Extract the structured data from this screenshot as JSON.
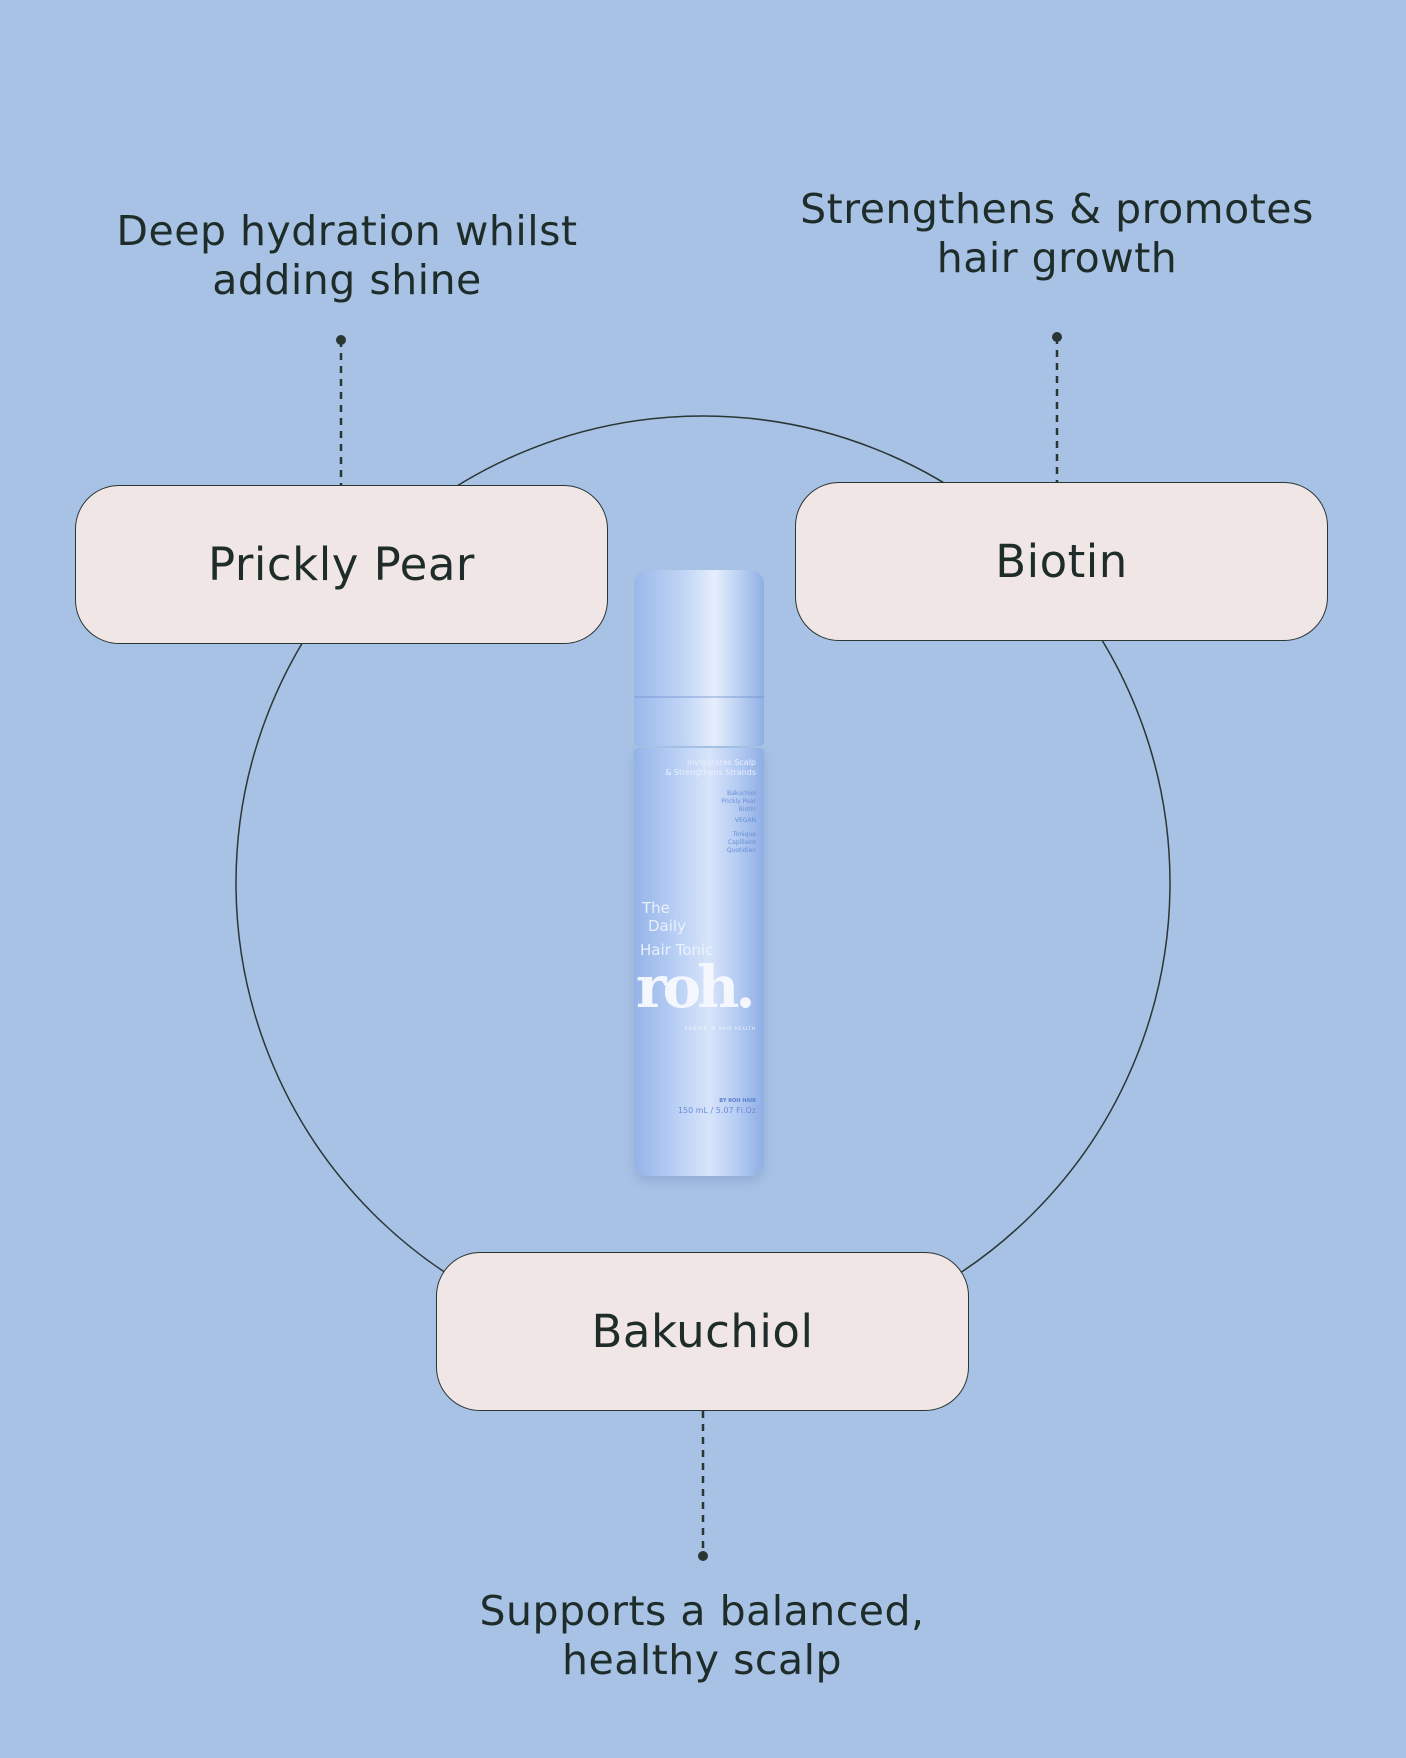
{
  "ingredients": [
    {
      "name": "Prickly Pear",
      "benefit_line1": "Deep hydration whilst",
      "benefit_line2": "adding shine"
    },
    {
      "name": "Biotin",
      "benefit_line1": "Strengthens & promotes",
      "benefit_line2": "hair growth"
    },
    {
      "name": "Bakuchiol",
      "benefit_line1": "Supports a balanced,",
      "benefit_line2": "healthy scalp"
    }
  ],
  "product": {
    "claim_line1": "Invigorates Scalp",
    "claim_line2": "& Strengthens Strands",
    "ingredient_line1": "Bakuchiol",
    "ingredient_line2": "Prickly Pear",
    "ingredient_line3": "Biotin",
    "vegan": "VEGAN",
    "fr_line1": "Tonique",
    "fr_line2": "Capillaire",
    "fr_line3": "Quotidien",
    "name_line1": "The",
    "name_line2": "Daily",
    "name_line3": "Hair Tonic",
    "logo": "roh.",
    "tagline": "ROOTED IN HAIR HEALTH",
    "by": "BY ROH HAIR",
    "volume": "150 mL / 5.07 Fl.Oz"
  },
  "colors": {
    "background": "#a7c2e5",
    "box_fill": "#f1e6e6",
    "line": "#2a3633",
    "text": "#1f2d2a",
    "bottle": "#b4cbf2"
  }
}
